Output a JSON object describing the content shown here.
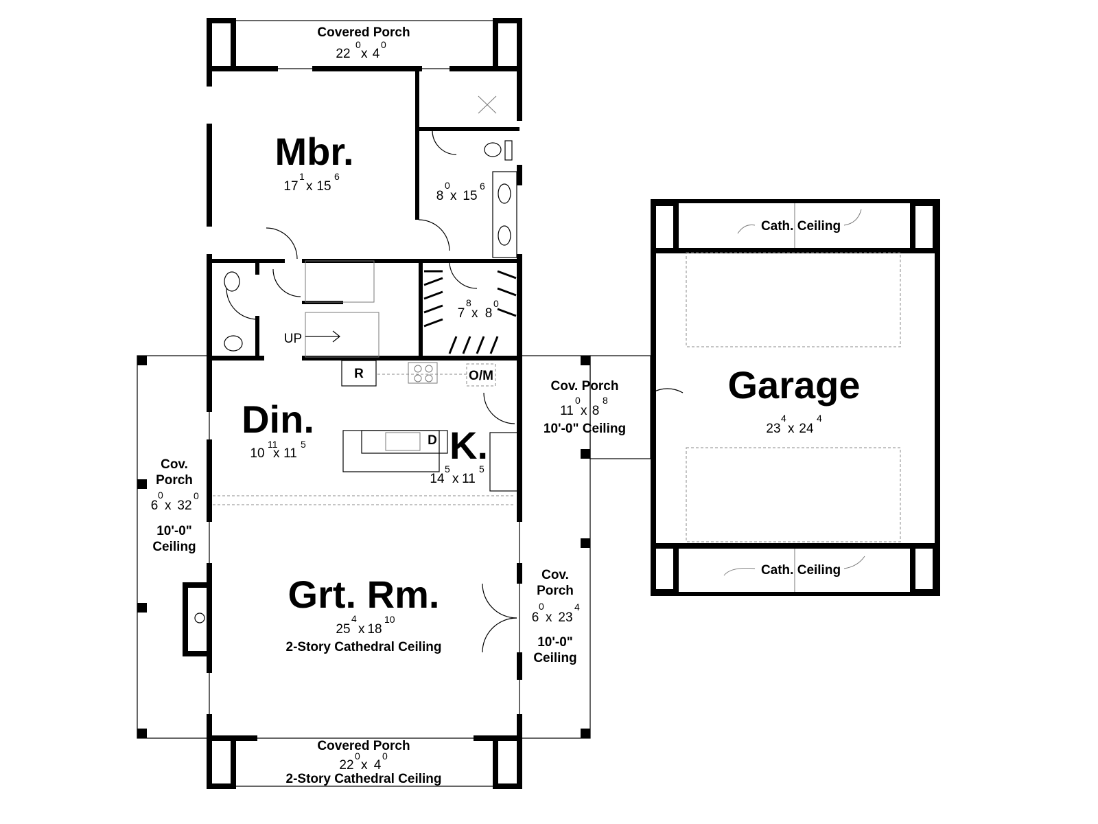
{
  "rooms": {
    "top_porch": {
      "name": "Covered Porch",
      "dim": {
        "a": "22",
        "a_in": "0",
        "b": "4",
        "b_in": "0"
      }
    },
    "mbr": {
      "name": "Mbr.",
      "dim": {
        "a": "17",
        "a_in": "1",
        "b": "15",
        "b_in": "6"
      }
    },
    "bath": {
      "dim": {
        "a": "8",
        "a_in": "0",
        "b": "15",
        "b_in": "6"
      }
    },
    "closet": {
      "dim": {
        "a": "7",
        "a_in": "8",
        "b": "8",
        "b_in": "0"
      }
    },
    "stairs": {
      "label": "UP"
    },
    "kitchen_appliances": {
      "fridge": "R",
      "oven": "O/M",
      "dishwasher": "D"
    },
    "din": {
      "name": "Din.",
      "dim": {
        "a": "10",
        "a_in": "11",
        "b": "11",
        "b_in": "5"
      }
    },
    "k": {
      "name": "K.",
      "dim": {
        "a": "14",
        "a_in": "5",
        "b": "11",
        "b_in": "5"
      }
    },
    "left_porch": {
      "name1": "Cov.",
      "name2": "Porch",
      "dim": {
        "a": "6",
        "a_in": "0",
        "b": "32",
        "b_in": "0"
      },
      "ceil1": "10'-0\"",
      "ceil2": "Ceiling"
    },
    "mid_porch": {
      "name": "Cov. Porch",
      "dim": {
        "a": "11",
        "a_in": "0",
        "b": "8",
        "b_in": "8"
      },
      "ceil": "10'-0\" Ceiling"
    },
    "right_porch": {
      "name1": "Cov.",
      "name2": "Porch",
      "dim": {
        "a": "6",
        "a_in": "0",
        "b": "23",
        "b_in": "4"
      },
      "ceil1": "10'-0\"",
      "ceil2": "Ceiling"
    },
    "grt": {
      "name": "Grt. Rm.",
      "dim": {
        "a": "25",
        "a_in": "4",
        "b": "18",
        "b_in": "10"
      },
      "note": "2-Story Cathedral Ceiling"
    },
    "bottom_porch": {
      "name": "Covered Porch",
      "dim": {
        "a": "22",
        "a_in": "0",
        "b": "4",
        "b_in": "0"
      },
      "note": "2-Story Cathedral Ceiling"
    },
    "garage": {
      "name": "Garage",
      "dim": {
        "a": "23",
        "a_in": "4",
        "b": "24",
        "b_in": "4"
      },
      "cath_top": "Cath. Ceiling",
      "cath_bottom": "Cath. Ceiling"
    }
  }
}
